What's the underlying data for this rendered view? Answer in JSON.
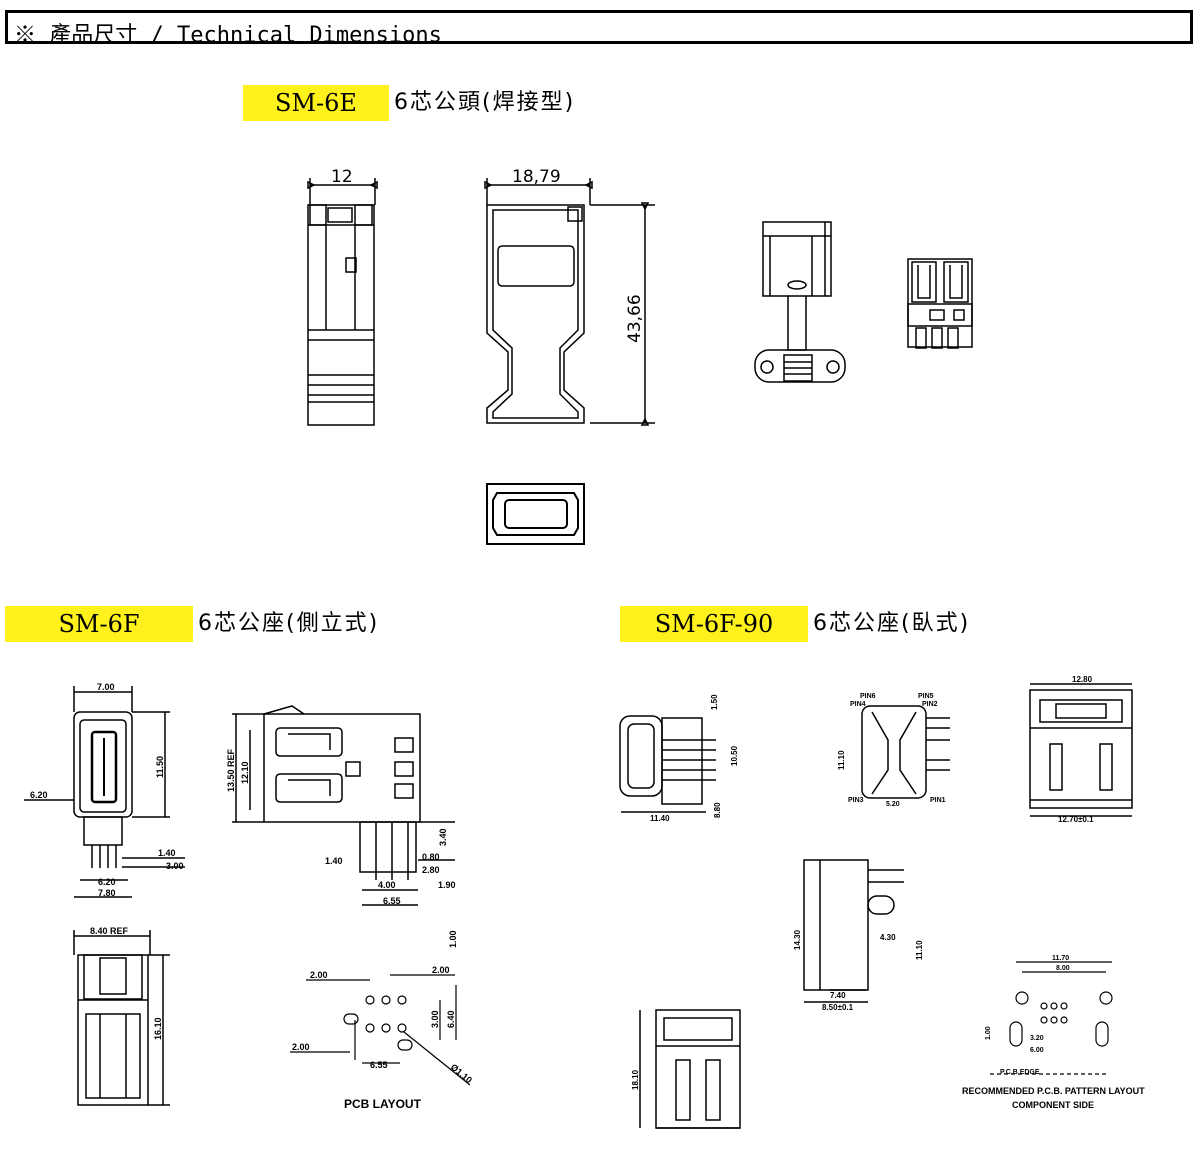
{
  "header": {
    "title": "※ 產品尺寸 / Technical Dimensions"
  },
  "sections": {
    "sm6e": {
      "model": "SM-6E",
      "desc": "6芯公頭(焊接型)"
    },
    "sm6f": {
      "model": "SM-6F",
      "desc": "6芯公座(側立式)"
    },
    "sm6f90": {
      "model": "SM-6F-90",
      "desc": "6芯公座(臥式)"
    }
  },
  "dims": {
    "sm6e_width": "12",
    "sm6e_depth": "18,79",
    "sm6e_length": "43,66",
    "f_top_width": "7.00",
    "f_height": "11.50",
    "f_left": "6.20",
    "f_pitch1": "1.40",
    "f_pitch2": "3.00",
    "f_bot1": "6.20",
    "f_bot2": "7.80",
    "f_side_ref": "13.50 REF",
    "f_side_h": "12.10",
    "f_side_1": "3.40",
    "f_side_2": "1.40",
    "f_side_3": "0.80",
    "f_side_4": "2.80",
    "f_side_5": "4.00",
    "f_side_6": "1.90",
    "f_side_7": "6.55",
    "f_front_ref": "8.40 REF",
    "f_front_h": "16.10",
    "pcb_1": "2.00",
    "pcb_2": "2.00",
    "pcb_3": "2.00",
    "pcb_4": "1.00",
    "pcb_5": "3.00",
    "pcb_6": "6.40",
    "pcb_7": "6.55",
    "pcb_dia": "Ø1.10",
    "pcb_label": "PCB LAYOUT",
    "g_a": "11.40",
    "g_b": "1.50",
    "g_c": "10.50",
    "g_d": "8.80",
    "g_e": "PIN6",
    "g_f": "PIN4",
    "g_g": "PIN5",
    "g_h": "PIN1",
    "g_i": "PIN2",
    "g_j": "PIN3",
    "g_k": "5.20",
    "g_l": "11.10",
    "g_m": "12.80",
    "g_n": "12.70±0.1",
    "g_o": "14.30",
    "g_p": "4.30",
    "g_q": "7.40",
    "g_r": "8.50±0.1",
    "g_s": "11.10",
    "g_t": "18.10",
    "g_u": "11.70",
    "g_v": "8.00",
    "g_w": "3.20",
    "g_x": "6.00",
    "g_y": "1.00",
    "g_z": "P.C.B EDGE",
    "g_rec1": "RECOMMENDED P.C.B. PATTERN LAYOUT",
    "g_rec2": "COMPONENT SIDE"
  }
}
